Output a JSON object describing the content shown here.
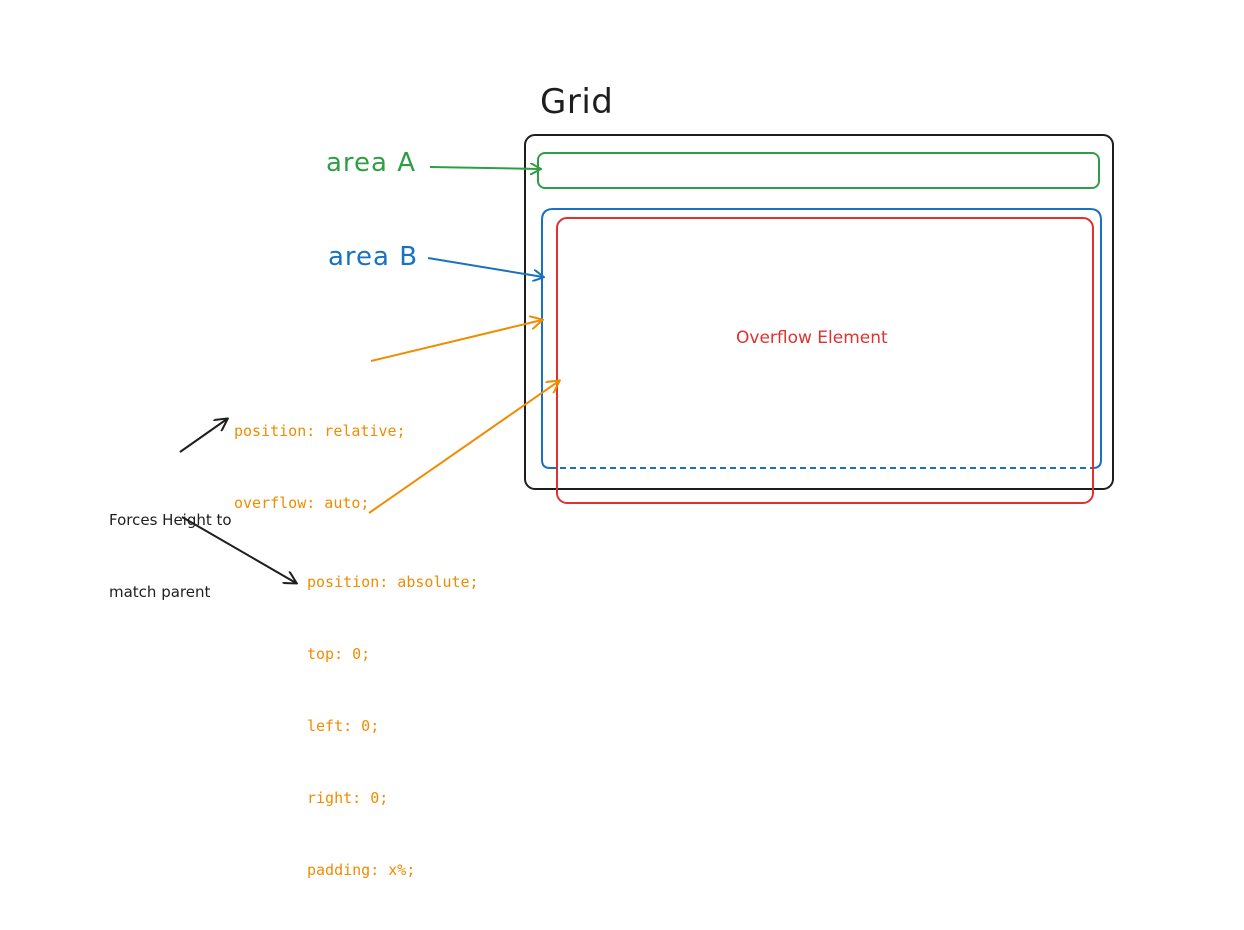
{
  "diagram": {
    "title": "Grid",
    "area_a_label": "area A",
    "area_b_label": "area B",
    "overflow_label": "Overflow Element",
    "relative_note": [
      "position: relative;",
      "overflow: auto;"
    ],
    "forces_note": [
      "Forces Height to",
      "match parent"
    ],
    "absolute_note": [
      "position: absolute;",
      "top: 0;",
      "left: 0;",
      "right: 0;",
      "padding: x%;"
    ]
  },
  "colors": {
    "grid": "#1e1e1e",
    "area_a": "#2f9e44",
    "area_b": "#1971c2",
    "overflow": "#e03131",
    "note": "#f08c00",
    "text": "#1e1e1e"
  }
}
